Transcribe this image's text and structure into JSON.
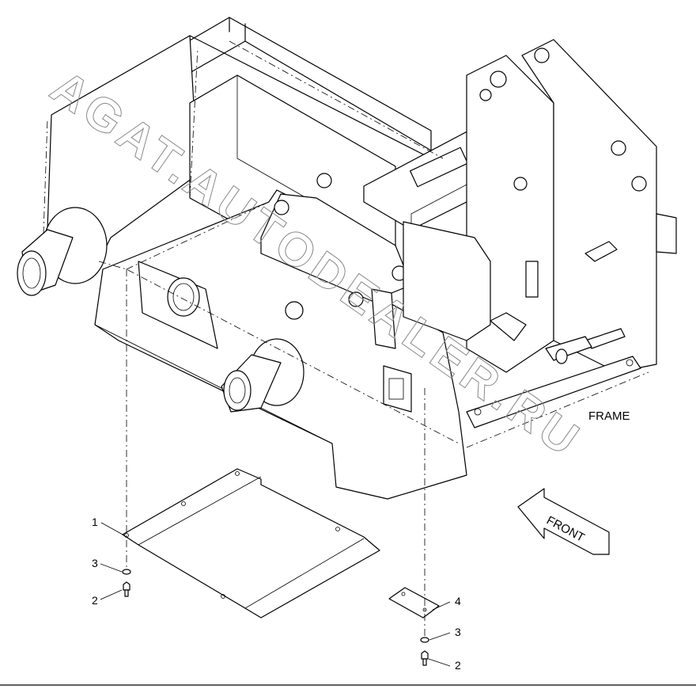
{
  "diagram": {
    "title_label": "FRAME",
    "front_arrow_label": "FRONT",
    "watermark": "AGAT.AUTODEALER.RU",
    "callouts": [
      {
        "id": "c1",
        "number": "1"
      },
      {
        "id": "c3a",
        "number": "3"
      },
      {
        "id": "c2a",
        "number": "2"
      },
      {
        "id": "c4",
        "number": "4"
      },
      {
        "id": "c3b",
        "number": "3"
      },
      {
        "id": "c2b",
        "number": "2"
      }
    ]
  }
}
